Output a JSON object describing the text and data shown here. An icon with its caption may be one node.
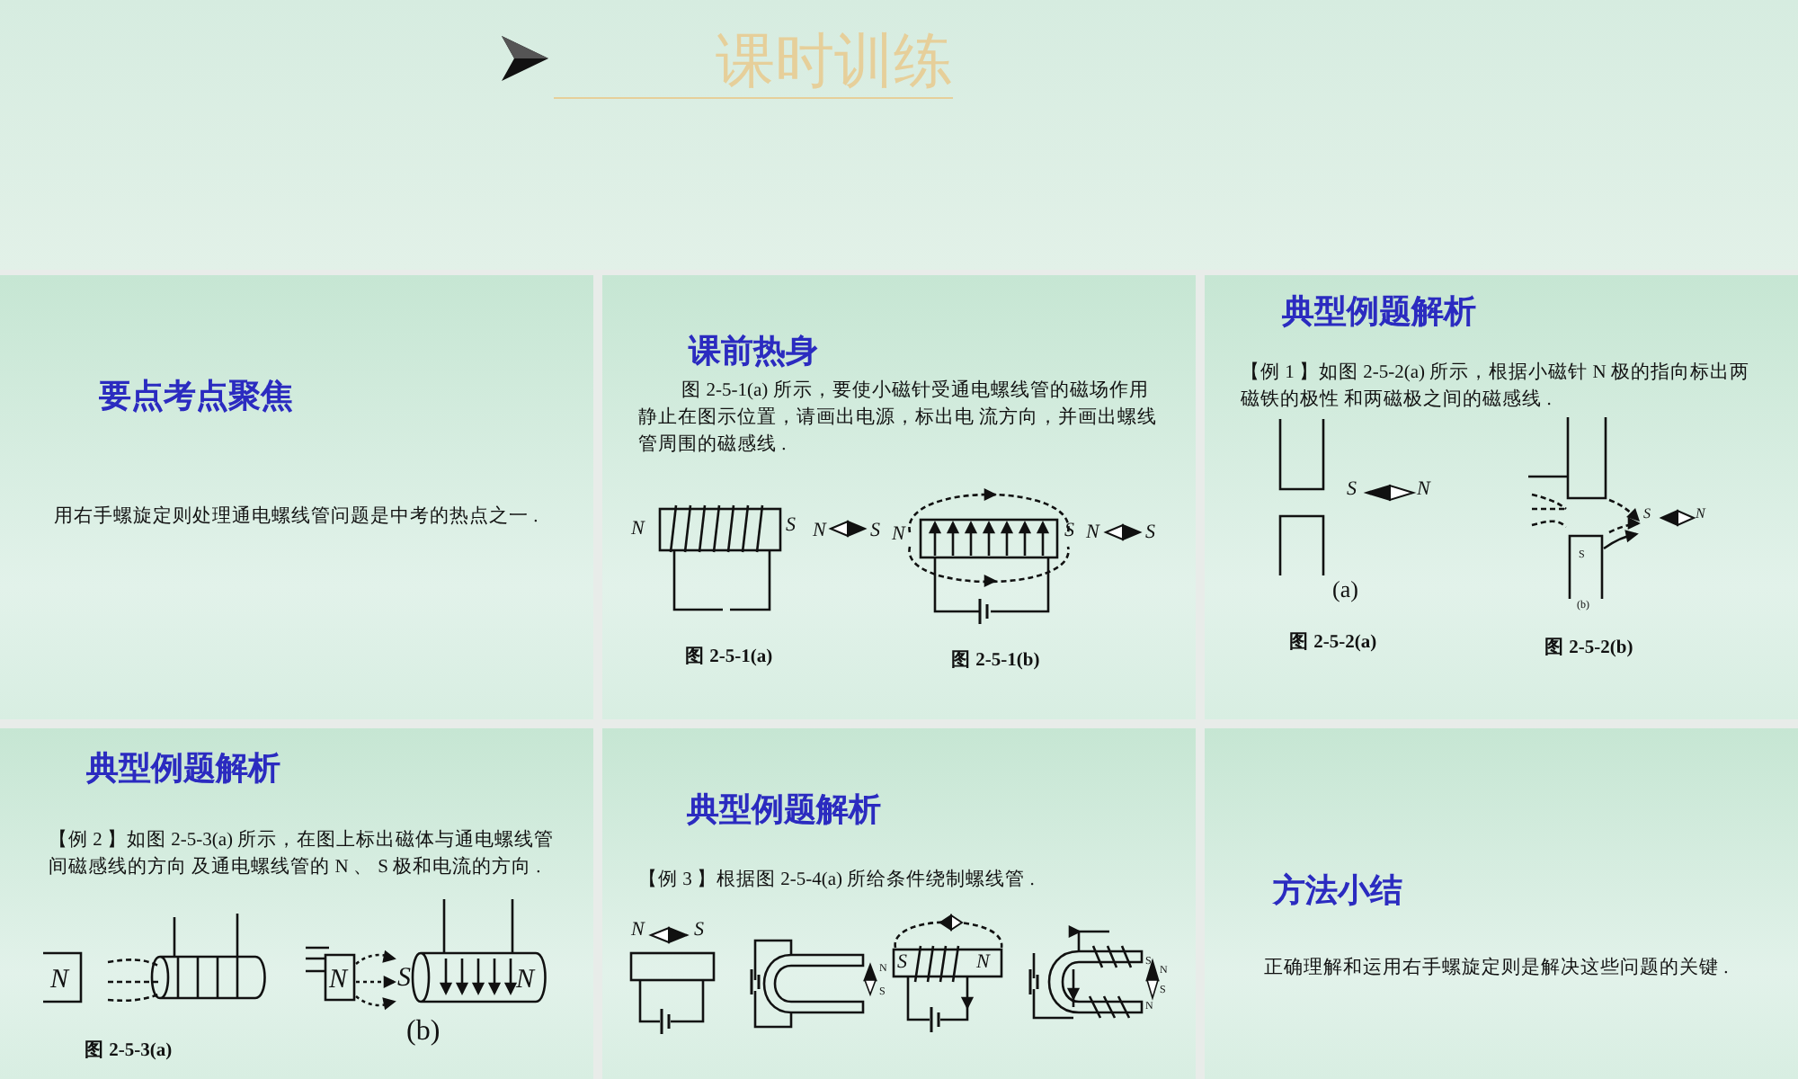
{
  "diagram": {
    "title": "课时训练",
    "nodes": [
      {
        "text": [
          "要点考点聚焦",
          "用右手螺旋定则处理通电螺线管问题是中考的热点之一 ."
        ]
      },
      {
        "text": [
          "课前热身",
          "图 2-5-1(a) 所示，要使小磁针受通电螺线管的磁场作用静止在图示位置，请画出电源，标出电 流方向，并画出螺线管周围的磁感线 ."
        ]
      },
      {
        "text": [
          "典型例题解析",
          "【例 1 】如图 2-5-2(a) 所示，根据小磁针 N 极的指向标出两磁铁的极性 和两磁极之间的磁感线 ."
        ]
      },
      {
        "text": [
          "典型例题解析",
          "【例 2 】如图 2-5-3(a) 所示，在图上标出磁体与通电螺线管间磁感线的方向 及通电螺线管的 N 、 S 极和电流的方向 ."
        ]
      },
      {
        "text": [
          "典型例题解析",
          "【例 3 】根据图 2-5-4(a) 所给条件绕制螺线管 ."
        ]
      },
      {
        "text": [
          "方法小结",
          "正确理解和运用右手螺旋定则是解决这些问题的关键 ."
        ]
      }
    ],
    "labels": [
      "N",
      "S",
      "N",
      "S",
      "N",
      "S",
      "N",
      "S",
      "图 2-5-1(a)",
      "图 2-5-1(b)",
      "S",
      "N",
      "(a)",
      "S",
      "S",
      "N",
      "(b)",
      "图 2-5-2(a)",
      "图 2-5-2(b)",
      "N",
      "N",
      "S",
      "N",
      "(b)",
      "图 2-5-3(a)",
      "N",
      "S",
      "N",
      "S",
      "S",
      "N",
      "S",
      "N",
      "S",
      "N"
    ]
  }
}
